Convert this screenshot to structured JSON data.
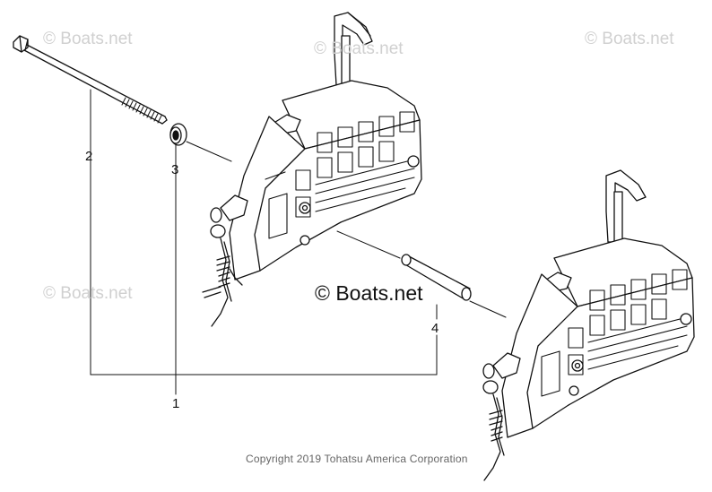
{
  "watermarks": {
    "top_left": "© Boats.net",
    "top_center": "© Boats.net",
    "top_right": "© Boats.net",
    "mid_left": "© Boats.net",
    "center": "© Boats.net"
  },
  "callouts": {
    "part_1": "1",
    "part_2": "2",
    "part_3": "3",
    "part_4": "4"
  },
  "footer": {
    "copyright": "Copyright 2019 Tohatsu America Corporation"
  }
}
